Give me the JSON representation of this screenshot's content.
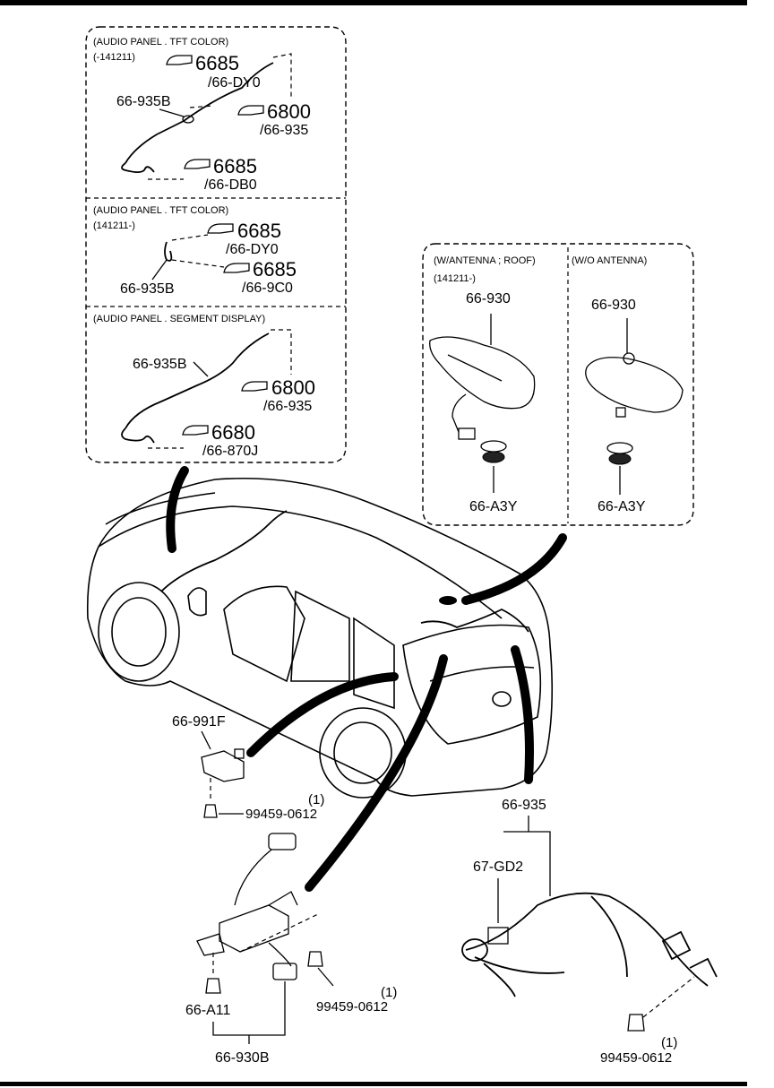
{
  "panels": {
    "tft_old": {
      "header": "(AUDIO PANEL . TFT COLOR)",
      "date": "(-141211)",
      "part": "66-935B",
      "refs": [
        {
          "num": "6685",
          "code": "/66-DY0"
        },
        {
          "num": "6800",
          "code": "/66-935"
        },
        {
          "num": "6685",
          "code": "/66-DB0"
        }
      ]
    },
    "tft_new": {
      "header": "(AUDIO PANEL . TFT COLOR)",
      "date": "(141211-)",
      "part": "66-935B",
      "refs": [
        {
          "num": "6685",
          "code": "/66-DY0"
        },
        {
          "num": "6685",
          "code": "/66-9C0"
        }
      ]
    },
    "segment": {
      "header": "(AUDIO PANEL . SEGMENT DISPLAY)",
      "part": "66-935B",
      "refs": [
        {
          "num": "6800",
          "code": "/66-935"
        },
        {
          "num": "6680",
          "code": "/66-870J"
        }
      ]
    }
  },
  "antenna": {
    "with": {
      "header": "(W/ANTENNA ; ROOF)",
      "date": "(141211-)",
      "part_top": "66-930",
      "part_bottom": "66-A3Y"
    },
    "without": {
      "header": "(W/O ANTENNA)",
      "part_top": "66-930",
      "part_bottom": "66-A3Y"
    }
  },
  "parts": {
    "p66_991F": "66-991F",
    "bolt1": "99459-0612",
    "bolt1_qty": "(1)",
    "bolt2": "99459-0612",
    "bolt2_qty": "(1)",
    "p66_A11": "66-A11",
    "p66_930B": "66-930B",
    "p66_935": "66-935",
    "p67_GD2": "67-GD2",
    "bolt3": "99459-0612",
    "bolt3_qty": "(1)"
  }
}
